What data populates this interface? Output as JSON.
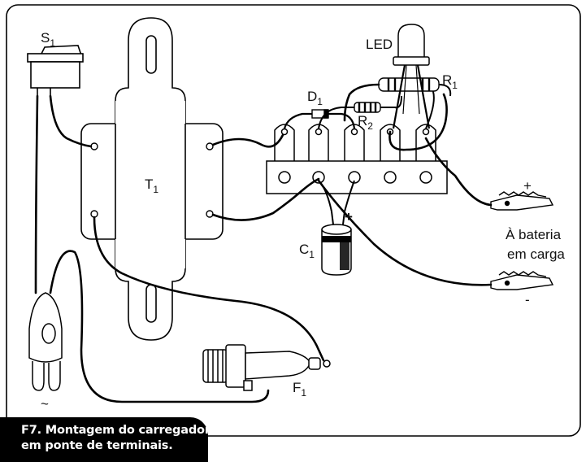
{
  "labels": {
    "switch": {
      "main": "S",
      "sub": "1"
    },
    "transformer": {
      "main": "T",
      "sub": "1"
    },
    "led": "LED",
    "diode": {
      "main": "D",
      "sub": "1"
    },
    "resistor1": {
      "main": "R",
      "sub": "1"
    },
    "resistor2": {
      "main": "R",
      "sub": "2"
    },
    "capacitor": {
      "main": "C",
      "sub": "1"
    },
    "fuse": {
      "main": "F",
      "sub": "1"
    },
    "cap_plus": "+",
    "clip_plus": "+",
    "clip_minus": "-",
    "battery_line1": "À bateria",
    "battery_line2": "em carga",
    "ac_symbol": "~"
  },
  "caption": {
    "line1": "F7. Montagem do carregador",
    "line2": "em ponte de terminais."
  }
}
